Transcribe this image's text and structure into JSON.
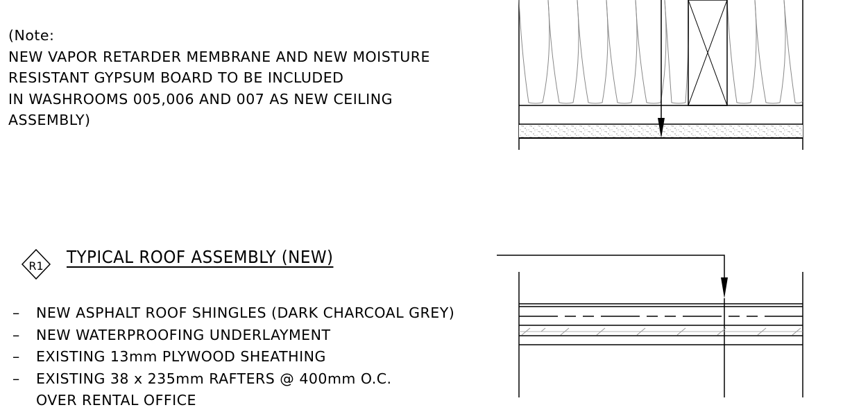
{
  "note": {
    "lines": [
      "(Note:",
      "NEW VAPOR RETARDER MEMBRANE AND NEW MOISTURE",
      "RESISTANT GYPSUM BOARD TO BE INCLUDED",
      "IN WASHROOMS 005,006 AND 007 AS NEW CEILING",
      "ASSEMBLY)"
    ]
  },
  "roof_assembly": {
    "tag": "R1",
    "title": "TYPICAL ROOF ASSEMBLY (NEW)",
    "dash": "–",
    "items": [
      "NEW ASPHALT ROOF SHINGLES (DARK CHARCOAL GREY)",
      "NEW WATERPROOFING UNDERLAYMENT",
      "EXISTING 13mm PLYWOOD SHEATHING",
      "EXISTING 38 x 235mm RAFTERS @ 400mm O.C.",
      "OVER RENTAL OFFICE"
    ]
  }
}
